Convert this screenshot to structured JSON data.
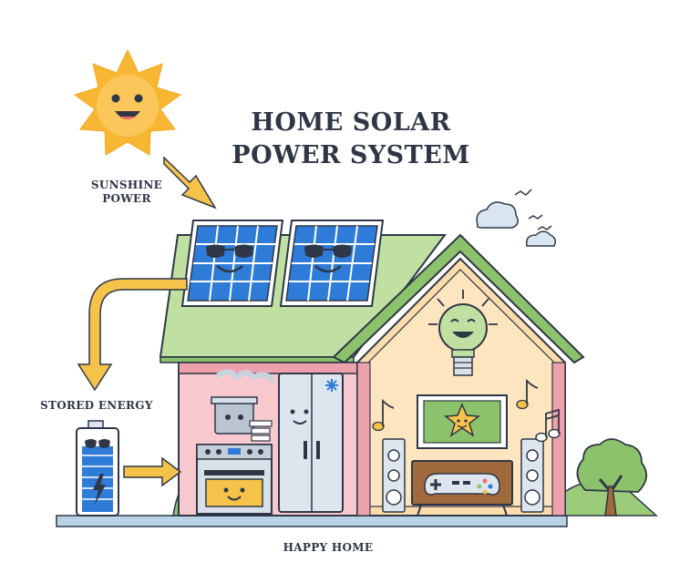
{
  "title": {
    "line1": "HOME SOLAR",
    "line2": "POWER SYSTEM"
  },
  "labels": {
    "sunshine_line1": "SUNSHINE",
    "sunshine_line2": "POWER",
    "stored_energy": "STORED ENERGY",
    "happy_home": "HAPPY HOME"
  },
  "colors": {
    "sun": "#f7b733",
    "arrow": "#f6c34a",
    "panel": "#2f7bd8",
    "roof": "#bfe0a0",
    "wall_pink": "#f7c9cf",
    "wall_peach": "#fbdcaa",
    "outline": "#2f3747"
  }
}
